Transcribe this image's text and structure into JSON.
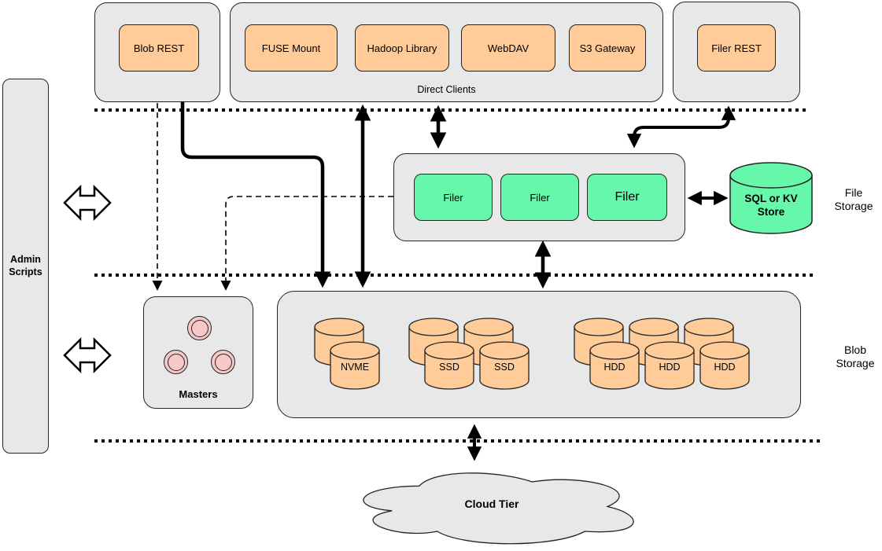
{
  "colors": {
    "container_gray": "#e8e8e8",
    "box_orange": "#ffcc99",
    "box_green": "#66f7ab",
    "circle_pink": "#f6c8c8",
    "stroke_black": "#000000",
    "background": "#ffffff"
  },
  "admin_bar": {
    "label": "Admin Scripts"
  },
  "blob_rest_group": {
    "box_label": "Blob REST"
  },
  "direct_clients_group": {
    "label": "Direct Clients",
    "boxes": [
      "FUSE Mount",
      "Hadoop Library",
      "WebDAV",
      "S3 Gateway"
    ]
  },
  "filer_rest_group": {
    "box_label": "Filer REST"
  },
  "file_storage": {
    "section_label_line1": "File",
    "section_label_line2": "Storage",
    "filer_boxes": [
      "Filer",
      "Filer",
      "Filer"
    ],
    "kv_store": {
      "line1": "SQL or KV",
      "line2": "Store"
    }
  },
  "blob_storage": {
    "section_label_line1": "Blob",
    "section_label_line2": "Storage",
    "masters_label": "Masters",
    "volume_labels": {
      "nvme": "NVME",
      "ssd_1": "SSD",
      "ssd_2": "SSD",
      "hdd_1": "HDD",
      "hdd_2": "HDD",
      "hdd_3": "HDD"
    }
  },
  "cloud_tier": {
    "label": "Cloud Tier"
  }
}
